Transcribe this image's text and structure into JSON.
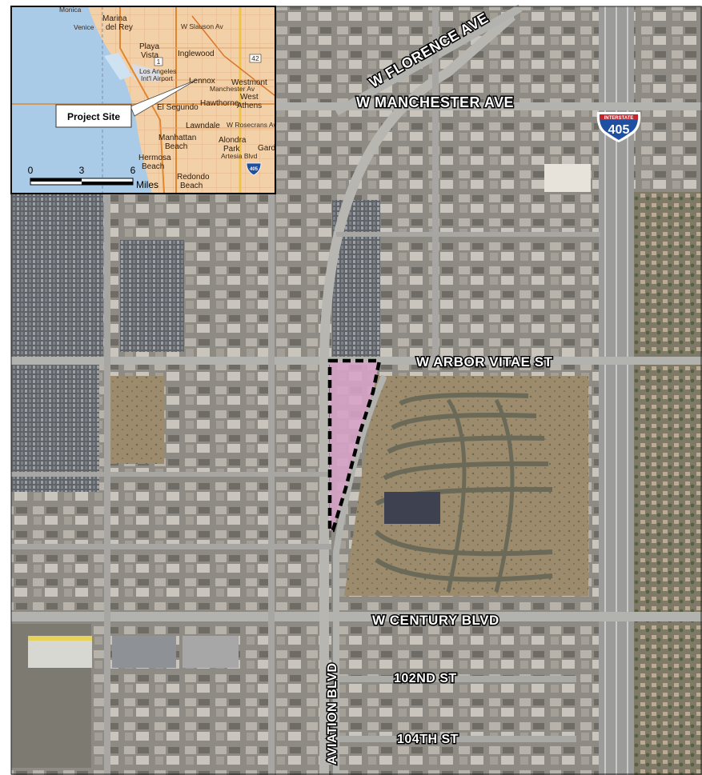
{
  "streets": {
    "florence": "W FLORENCE AVE",
    "manchester": "W MANCHESTER AVE",
    "arbor_vitae": "W ARBOR VITAE ST",
    "century": "W CENTURY BLVD",
    "st102": "102ND ST",
    "st104": "104TH ST",
    "aviation": "AVIATION BLVD"
  },
  "interstate": {
    "top": "INTERSTATE",
    "number": "405"
  },
  "inset": {
    "callout": "Project Site",
    "places": {
      "monica": "Monica",
      "marina": "Marina",
      "del_rey": "del Rey",
      "venice": "Venice",
      "playa": "Playa",
      "vista": "Vista",
      "inglewood": "Inglewood",
      "lax1": "Los Angeles",
      "lax2": "Int'l Airport",
      "lennox": "Lennox",
      "westmont": "Westmont",
      "west": "West",
      "athens": "Athens",
      "el_segundo": "El Segundo",
      "hawthorne": "Hawthorne",
      "lawndale": "Lawndale",
      "manhattan": "Manhattan",
      "beach": "Beach",
      "alondra": "Alondra",
      "park": "Park",
      "gard": "Gard",
      "hermosa": "Hermosa",
      "hermosa_beach": "Beach",
      "redondo": "Redondo",
      "redondo_beach": "Beach",
      "rosecrans": "W Rosecrans Av",
      "slauson": "W Slauson Av",
      "manchester_av": "Manchester Av",
      "artesia": "Artesia Blvd"
    },
    "route_1": "1",
    "route_42": "42",
    "route_405": "405",
    "scale": {
      "t0": "0",
      "t3": "3",
      "t6": "6",
      "unit": "Miles"
    }
  },
  "colors": {
    "site_fill": "#d9a3c8",
    "site_outline": "#000000",
    "inset_land": "#f3d1a8",
    "inset_water": "#a9cbe8",
    "shield_blue": "#1f4fa0",
    "shield_red": "#c8242b"
  }
}
